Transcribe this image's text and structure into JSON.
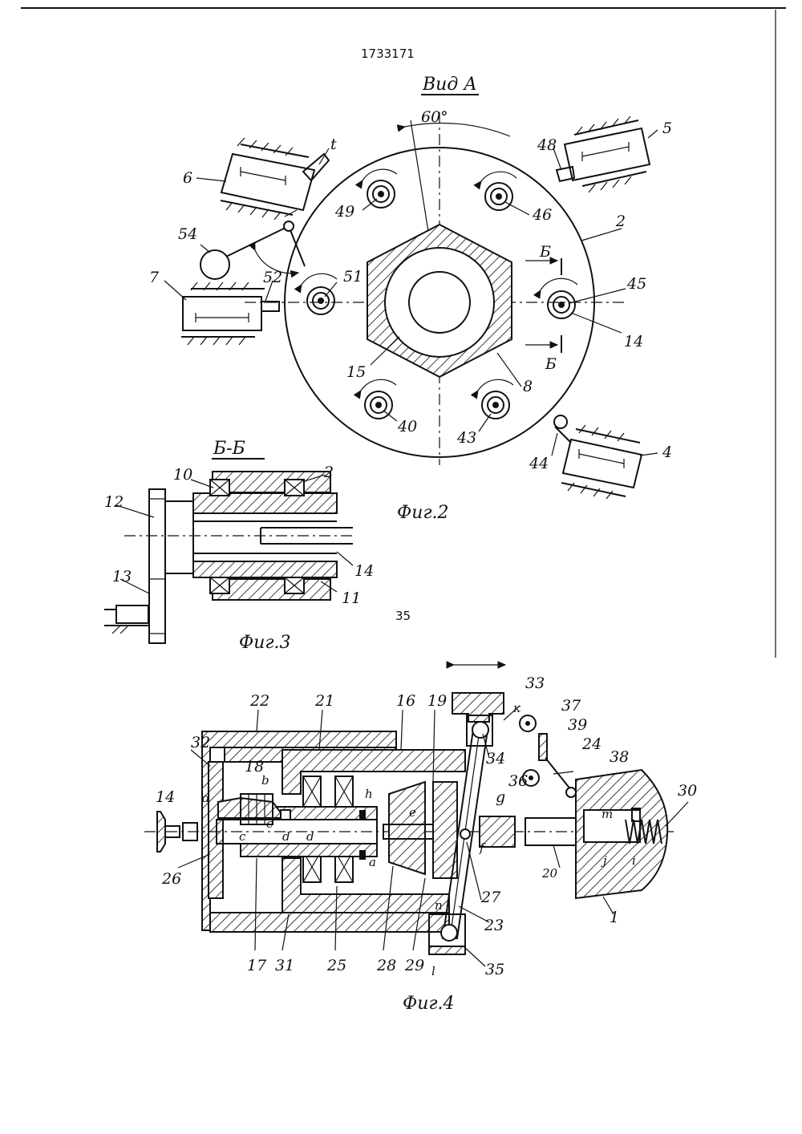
{
  "header": {
    "patent_number": "1733171",
    "line_number": "35"
  },
  "fig2": {
    "view_title": "Вид А",
    "angle": "60°",
    "caption": "Фиг.2",
    "labels": {
      "n2": "2",
      "n4": "4",
      "n5": "5",
      "n6": "6",
      "n7": "7",
      "n8": "8",
      "n14": "14",
      "n15": "15",
      "n40": "40",
      "n43": "43",
      "n44": "44",
      "n45": "45",
      "n46": "46",
      "n48": "48",
      "n49": "49",
      "n51": "51",
      "n52": "52",
      "n54": "54",
      "t": "t",
      "b1": "Б",
      "b2": "Б"
    }
  },
  "fig3": {
    "section_title": "Б-Б",
    "caption": "Фиг.3",
    "labels": {
      "n2": "2",
      "n10": "10",
      "n11": "11",
      "n12": "12",
      "n13": "13",
      "n14": "14"
    }
  },
  "fig4": {
    "caption": "Фиг.4",
    "labels": {
      "n1": "1",
      "n14": "14",
      "n16": "16",
      "n17": "17",
      "n18": "18",
      "n19": "19",
      "n20": "20",
      "n21": "21",
      "n22": "22",
      "n23": "23",
      "n24": "24",
      "n25": "25",
      "n26": "26",
      "n27": "27",
      "n28": "28",
      "n29": "29",
      "n30": "30",
      "n31": "31",
      "n32": "32",
      "n33": "33",
      "n34": "34",
      "n35": "35",
      "n36": "36",
      "n37": "37",
      "n38": "38",
      "n39": "39",
      "a": "a",
      "b": "b",
      "c1": "c",
      "c2": "c",
      "d1": "d",
      "d2": "d",
      "d3": "d",
      "e": "e",
      "f": "f",
      "g": "g",
      "h": "h",
      "i": "i",
      "j": "j",
      "k": "к",
      "l": "l",
      "m": "m",
      "n": "n"
    }
  }
}
